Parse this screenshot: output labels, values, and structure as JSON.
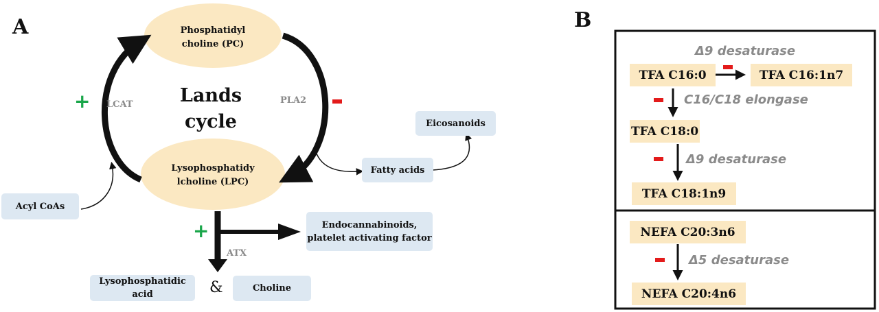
{
  "panel_a": {
    "letter": "A",
    "pc_label": "Phosphatidyl choline (PC)",
    "lpc_label": "Lysophosphatidy lcholine (LPC)",
    "center_label": "Lands cycle",
    "lcat": "LCAT",
    "pla2": "PLA2",
    "plus": "+",
    "minus": "-",
    "atx": "ATX",
    "amp": "&",
    "boxes": {
      "acyl_coas": "Acyl CoAs",
      "fatty_acids": "Fatty acids",
      "eicosanoids": "Eicosanoids",
      "endocannabinoids": "Endocannabinoids, platelet activating factor",
      "lpa": "Lysophosphatidic acid",
      "choline": "Choline"
    },
    "colors": {
      "oval": "#fbe8c2",
      "box": "#dde8f2",
      "plus": "#1aa64a",
      "minus": "#e31b1b",
      "enzyme": "#8a8a8a"
    }
  },
  "panel_b": {
    "letter": "B",
    "top": {
      "tfa_c16_0": "TFA C16:0",
      "tfa_c16_1n7": "TFA C16:1n7",
      "tfa_c18_0": "TFA C18:0",
      "tfa_c18_1n9": "TFA C18:1n9",
      "d9_desaturase_1": "Δ9 desaturase",
      "elongase": "C16/C18 elongase",
      "d9_desaturase_2": "Δ9 desaturase"
    },
    "bottom": {
      "nefa_c20_3n6": "NEFA C20:3n6",
      "nefa_c20_4n6": "NEFA C20:4n6",
      "d5_desaturase": "Δ5 desaturase"
    }
  }
}
